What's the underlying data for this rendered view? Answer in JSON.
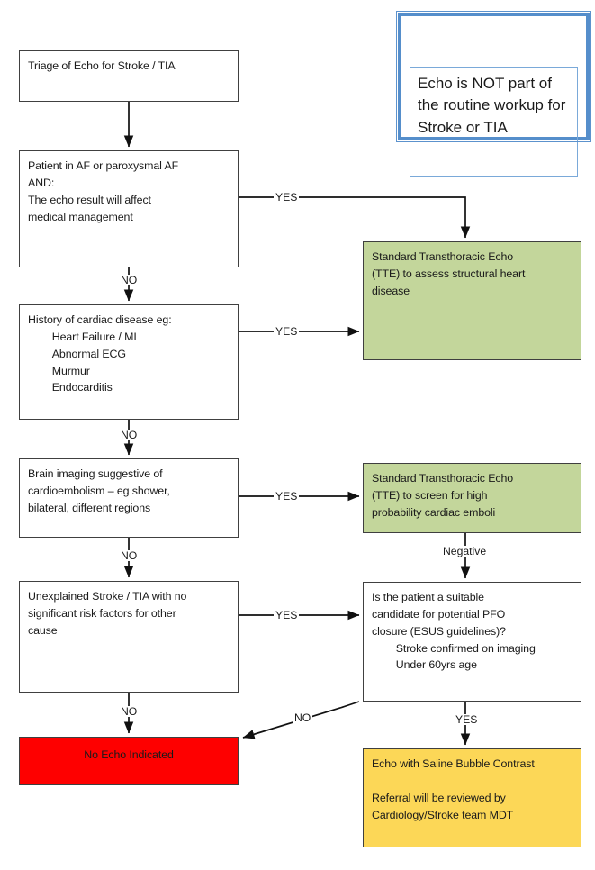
{
  "diagram": {
    "title": "Triage of Echo for Stroke / TIA",
    "callout": {
      "text": "Echo is NOT part of the routine workup for Stroke or TIA",
      "border_color": "#558ecb"
    },
    "colors": {
      "green": "#c3d69b",
      "red": "#fe0000",
      "yellow": "#fcd757",
      "box_border": "#404040",
      "callout_blue": "#558ecb"
    },
    "nodes": [
      {
        "id": "start",
        "label": "Triage of Echo for Stroke / TIA",
        "style": "plain"
      },
      {
        "id": "af",
        "label": "Patient in AF or paroxysmal AF\nAND:\nThe echo result will affect\nmedical management",
        "style": "plain"
      },
      {
        "id": "cardiac-history",
        "label": "History of cardiac disease eg:\n        Heart Failure / MI\n        Abnormal ECG\n        Murmur\n        Endocarditis",
        "style": "plain"
      },
      {
        "id": "brain-imaging",
        "label": "Brain imaging suggestive of\ncardioembolism – eg shower,\nbilateral, different regions",
        "style": "plain"
      },
      {
        "id": "unexplained-stroke",
        "label": "Unexplained Stroke / TIA with no\nsignificant risk factors for other\ncause",
        "style": "plain"
      },
      {
        "id": "tte-structural",
        "label": "Standard Transthoracic Echo\n(TTE) to assess structural heart\ndisease",
        "style": "green"
      },
      {
        "id": "tte-screen",
        "label": "Standard Transthoracic Echo\n(TTE) to screen for high\nprobability cardiac emboli",
        "style": "green"
      },
      {
        "id": "pfo-question",
        "label": "Is the patient a suitable\ncandidate for potential PFO\nclosure (ESUS guidelines)?\n        Stroke confirmed on imaging\n        Under 60yrs age",
        "style": "plain"
      },
      {
        "id": "no-echo",
        "label": "No Echo Indicated",
        "style": "red"
      },
      {
        "id": "bubble-contrast",
        "label": "Echo with Saline Bubble Contrast\n\nReferral will be reviewed by\nCardiology/Stroke team MDT",
        "style": "yellow"
      }
    ],
    "edge_labels": [
      {
        "id": "af-yes",
        "text": "YES"
      },
      {
        "id": "af-no",
        "text": "NO"
      },
      {
        "id": "cardiac-yes",
        "text": "YES"
      },
      {
        "id": "cardiac-no",
        "text": "NO"
      },
      {
        "id": "brain-yes",
        "text": "YES"
      },
      {
        "id": "brain-no",
        "text": "NO"
      },
      {
        "id": "tte-screen-negative",
        "text": "Negative"
      },
      {
        "id": "unexplained-yes",
        "text": "YES"
      },
      {
        "id": "unexplained-no",
        "text": "NO"
      },
      {
        "id": "pfo-no",
        "text": "NO"
      },
      {
        "id": "pfo-yes",
        "text": "YES"
      }
    ]
  }
}
